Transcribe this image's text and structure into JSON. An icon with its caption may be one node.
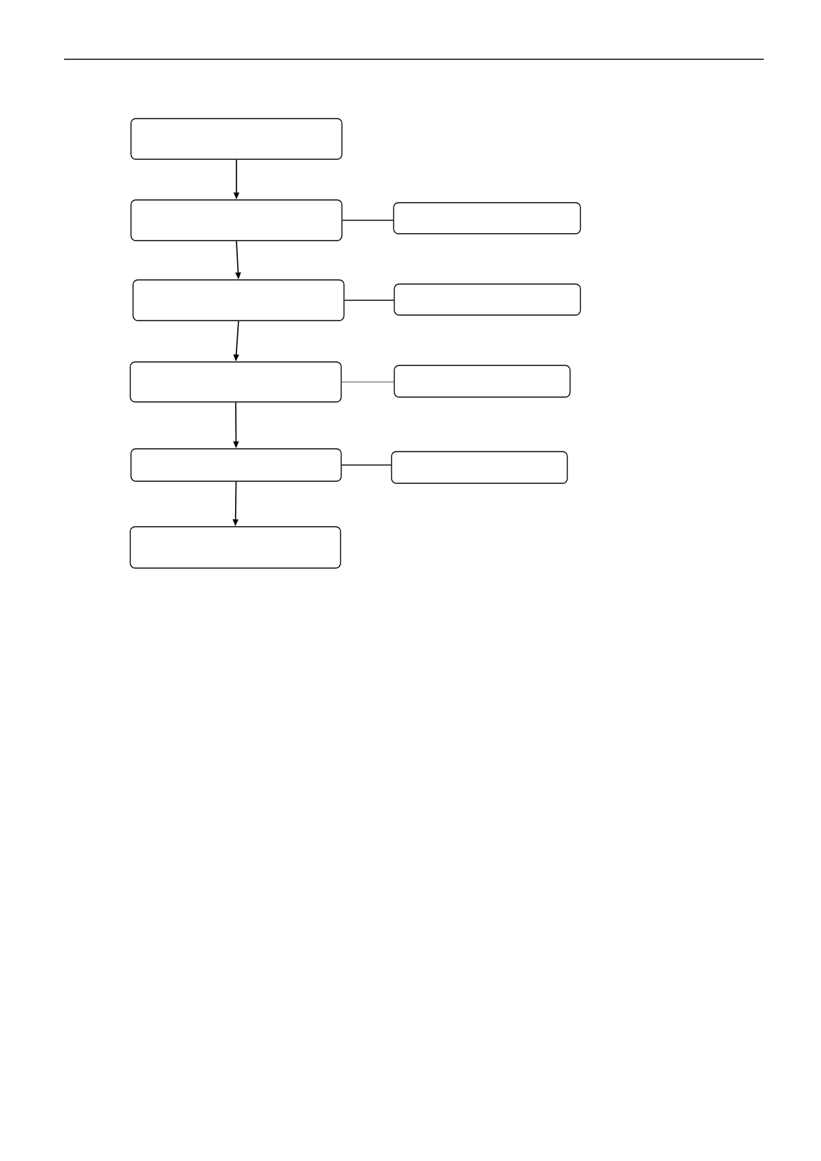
{
  "diagram": {
    "nodes": [
      {
        "text": [],
        "shape": "box"
      },
      {
        "text": [],
        "shape": "box"
      },
      {
        "text": [],
        "shape": "box"
      },
      {
        "text": [],
        "shape": "box"
      },
      {
        "text": [],
        "shape": "box"
      },
      {
        "text": [],
        "shape": "box"
      },
      {
        "text": [],
        "shape": "box"
      },
      {
        "text": [],
        "shape": "box"
      },
      {
        "text": [],
        "shape": "box"
      },
      {
        "text": [],
        "shape": "box"
      }
    ],
    "edges": [
      {
        "from": 0,
        "to": 1,
        "arrow": "to"
      },
      {
        "from": 1,
        "to": 2,
        "arrow": "none"
      },
      {
        "from": 1,
        "to": 3,
        "arrow": "to"
      },
      {
        "from": 3,
        "to": 4,
        "arrow": "none"
      },
      {
        "from": 3,
        "to": 5,
        "arrow": "to"
      },
      {
        "from": 5,
        "to": 6,
        "arrow": "none"
      },
      {
        "from": 5,
        "to": 7,
        "arrow": "to"
      },
      {
        "from": 7,
        "to": 8,
        "arrow": "none"
      },
      {
        "from": 7,
        "to": 9,
        "arrow": "to"
      }
    ]
  }
}
